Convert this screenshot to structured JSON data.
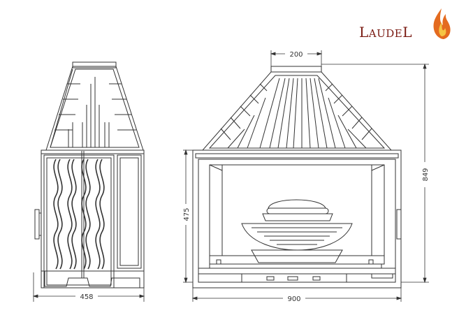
{
  "brand": {
    "name": "LaudeL",
    "big_first": "L",
    "small_mid": "AUDE",
    "big_last": "L"
  },
  "dimensions": {
    "side_depth": "458",
    "front_width": "900",
    "hood_top_width": "200",
    "firebox_height": "475",
    "total_height": "849"
  },
  "colors": {
    "line": "#333333",
    "logo_text": "#7a1a12",
    "flame_outer": "#e46b1f",
    "flame_inner": "#f6c544"
  }
}
